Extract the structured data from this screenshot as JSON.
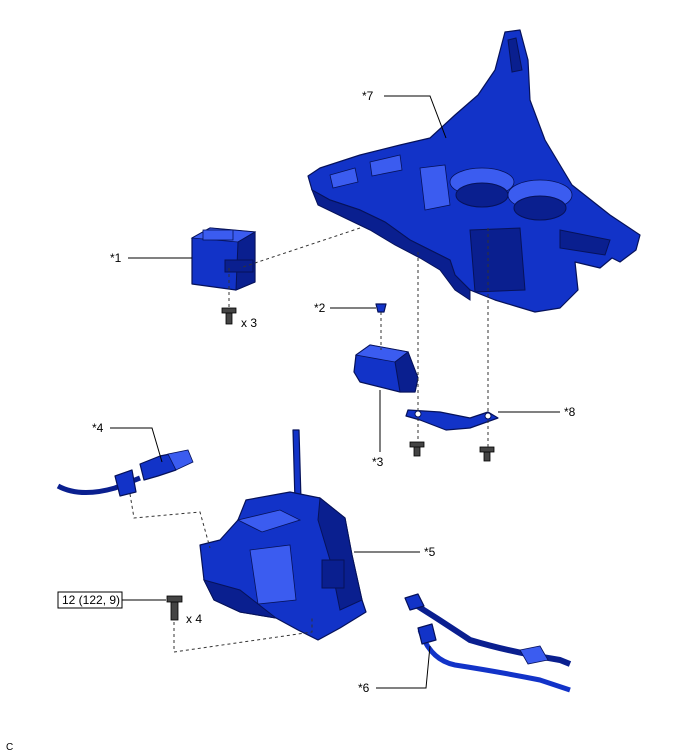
{
  "labels": {
    "p1": "*1",
    "p2": "*2",
    "p3": "*3",
    "p4": "*4",
    "p5": "*5",
    "p6": "*6",
    "p7": "*7",
    "p8": "*8"
  },
  "quantities": {
    "q1": "x 3",
    "q5": "x 4"
  },
  "torque": "12 (122, 9)",
  "figure_code": "C",
  "colors": {
    "part_blue": "#1233c8",
    "outline": "#06125a"
  }
}
